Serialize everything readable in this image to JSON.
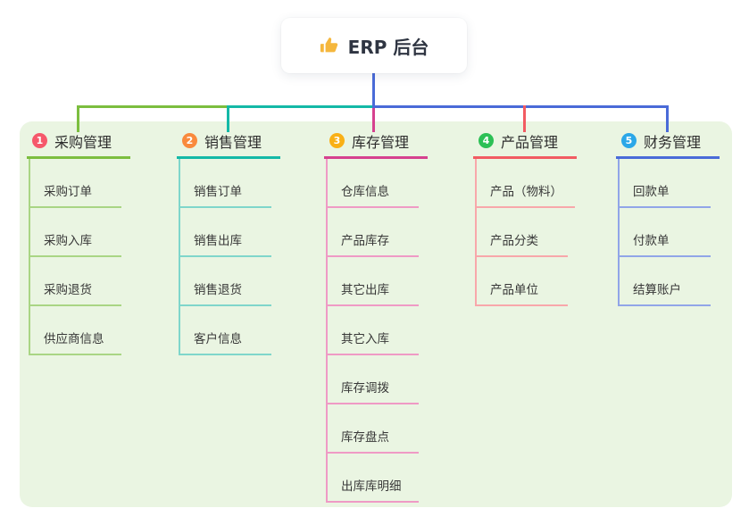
{
  "root": {
    "label": "ERP 后台",
    "icon": "thumbs-up-icon",
    "line_color": "#4a6bd8",
    "icon_color": "#f5b73d"
  },
  "panel": {
    "background": "#eaf5e2"
  },
  "branches": [
    {
      "number": "1",
      "label": "采购管理",
      "badge_color": "#f6586b",
      "accent": "#7cbe3f",
      "light": "#a9d584",
      "children": [
        "采购订单",
        "采购入库",
        "采购退货",
        "供应商信息"
      ]
    },
    {
      "number": "2",
      "label": "销售管理",
      "badge_color": "#f98a3d",
      "accent": "#14b9a7",
      "light": "#7fd6cb",
      "children": [
        "销售订单",
        "销售出库",
        "销售退货",
        "客户信息"
      ]
    },
    {
      "number": "3",
      "label": "库存管理",
      "badge_color": "#f9b016",
      "accent": "#d6418f",
      "light": "#ef9ac5",
      "children": [
        "仓库信息",
        "产品库存",
        "其它出库",
        "其它入库",
        "库存调拨",
        "库存盘点",
        "出库库明细"
      ]
    },
    {
      "number": "4",
      "label": "产品管理",
      "badge_color": "#2cc055",
      "accent": "#f25b62",
      "light": "#f8a7aa",
      "children": [
        "产品（物料）",
        "产品分类",
        "产品单位"
      ]
    },
    {
      "number": "5",
      "label": "财务管理",
      "badge_color": "#2ba7e8",
      "accent": "#4a6bd8",
      "light": "#91a5e8",
      "children": [
        "回款单",
        "付款单",
        "结算账户"
      ]
    }
  ]
}
